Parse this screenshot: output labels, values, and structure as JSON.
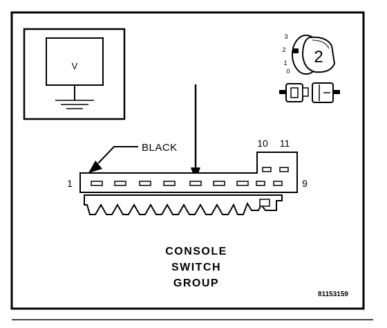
{
  "meter": {
    "label": "V"
  },
  "switch_icon": {
    "positions": [
      "3",
      "2",
      "1",
      "0"
    ],
    "knob_label": "2"
  },
  "connector": {
    "wire_color_label": "BLACK",
    "pin_first": "1",
    "pin_last": "9",
    "pin_upper_left": "10",
    "pin_upper_right": "11"
  },
  "caption": {
    "line1": "CONSOLE",
    "line2": "SWITCH",
    "line3": "GROUP"
  },
  "figure_code": "81153159"
}
